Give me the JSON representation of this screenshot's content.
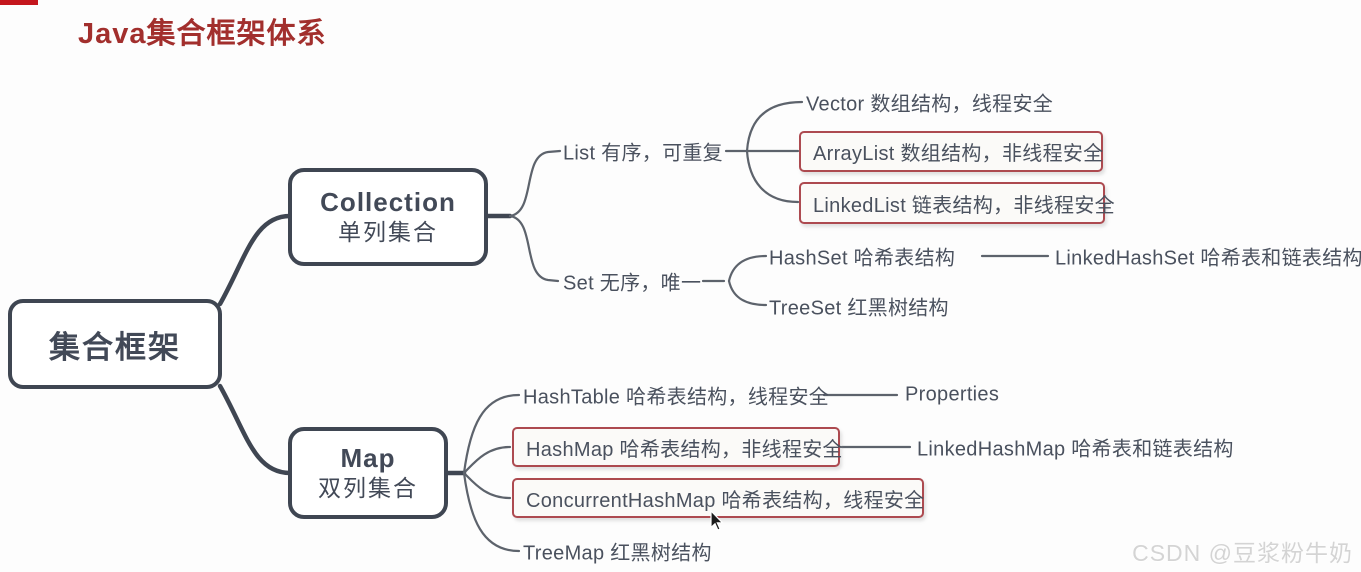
{
  "title": "Java集合框架体系",
  "watermark": "CSDN @豆浆粉牛奶",
  "colors": {
    "title_red": "#a22f2d",
    "accent_bar": "#c4161d",
    "node_border_dark": "#3f4652",
    "box_border_red": "#ad4a50",
    "text": "#4a515e"
  },
  "root": {
    "label": "集合框架"
  },
  "branches": {
    "collection": {
      "title": "Collection",
      "subtitle": "单列集合"
    },
    "map": {
      "title": "Map",
      "subtitle": "双列集合"
    }
  },
  "nodes": {
    "list": "List 有序，可重复",
    "set": "Set 无序，唯一",
    "vector": "Vector 数组结构，线程安全",
    "arraylist": "ArrayList 数组结构，非线程安全",
    "linkedlist": "LinkedList 链表结构，非线程安全",
    "hashset": "HashSet 哈希表结构",
    "linkedhashset": "LinkedHashSet 哈希表和链表结构",
    "treeset": "TreeSet 红黑树结构",
    "hashtable": "HashTable 哈希表结构，线程安全",
    "properties": "Properties",
    "hashmap": "HashMap 哈希表结构，非线程安全",
    "linkedhashmap": "LinkedHashMap 哈希表和链表结构",
    "concurrenthashmap": "ConcurrentHashMap 哈希表结构，线程安全",
    "treemap": "TreeMap 红黑树结构"
  }
}
